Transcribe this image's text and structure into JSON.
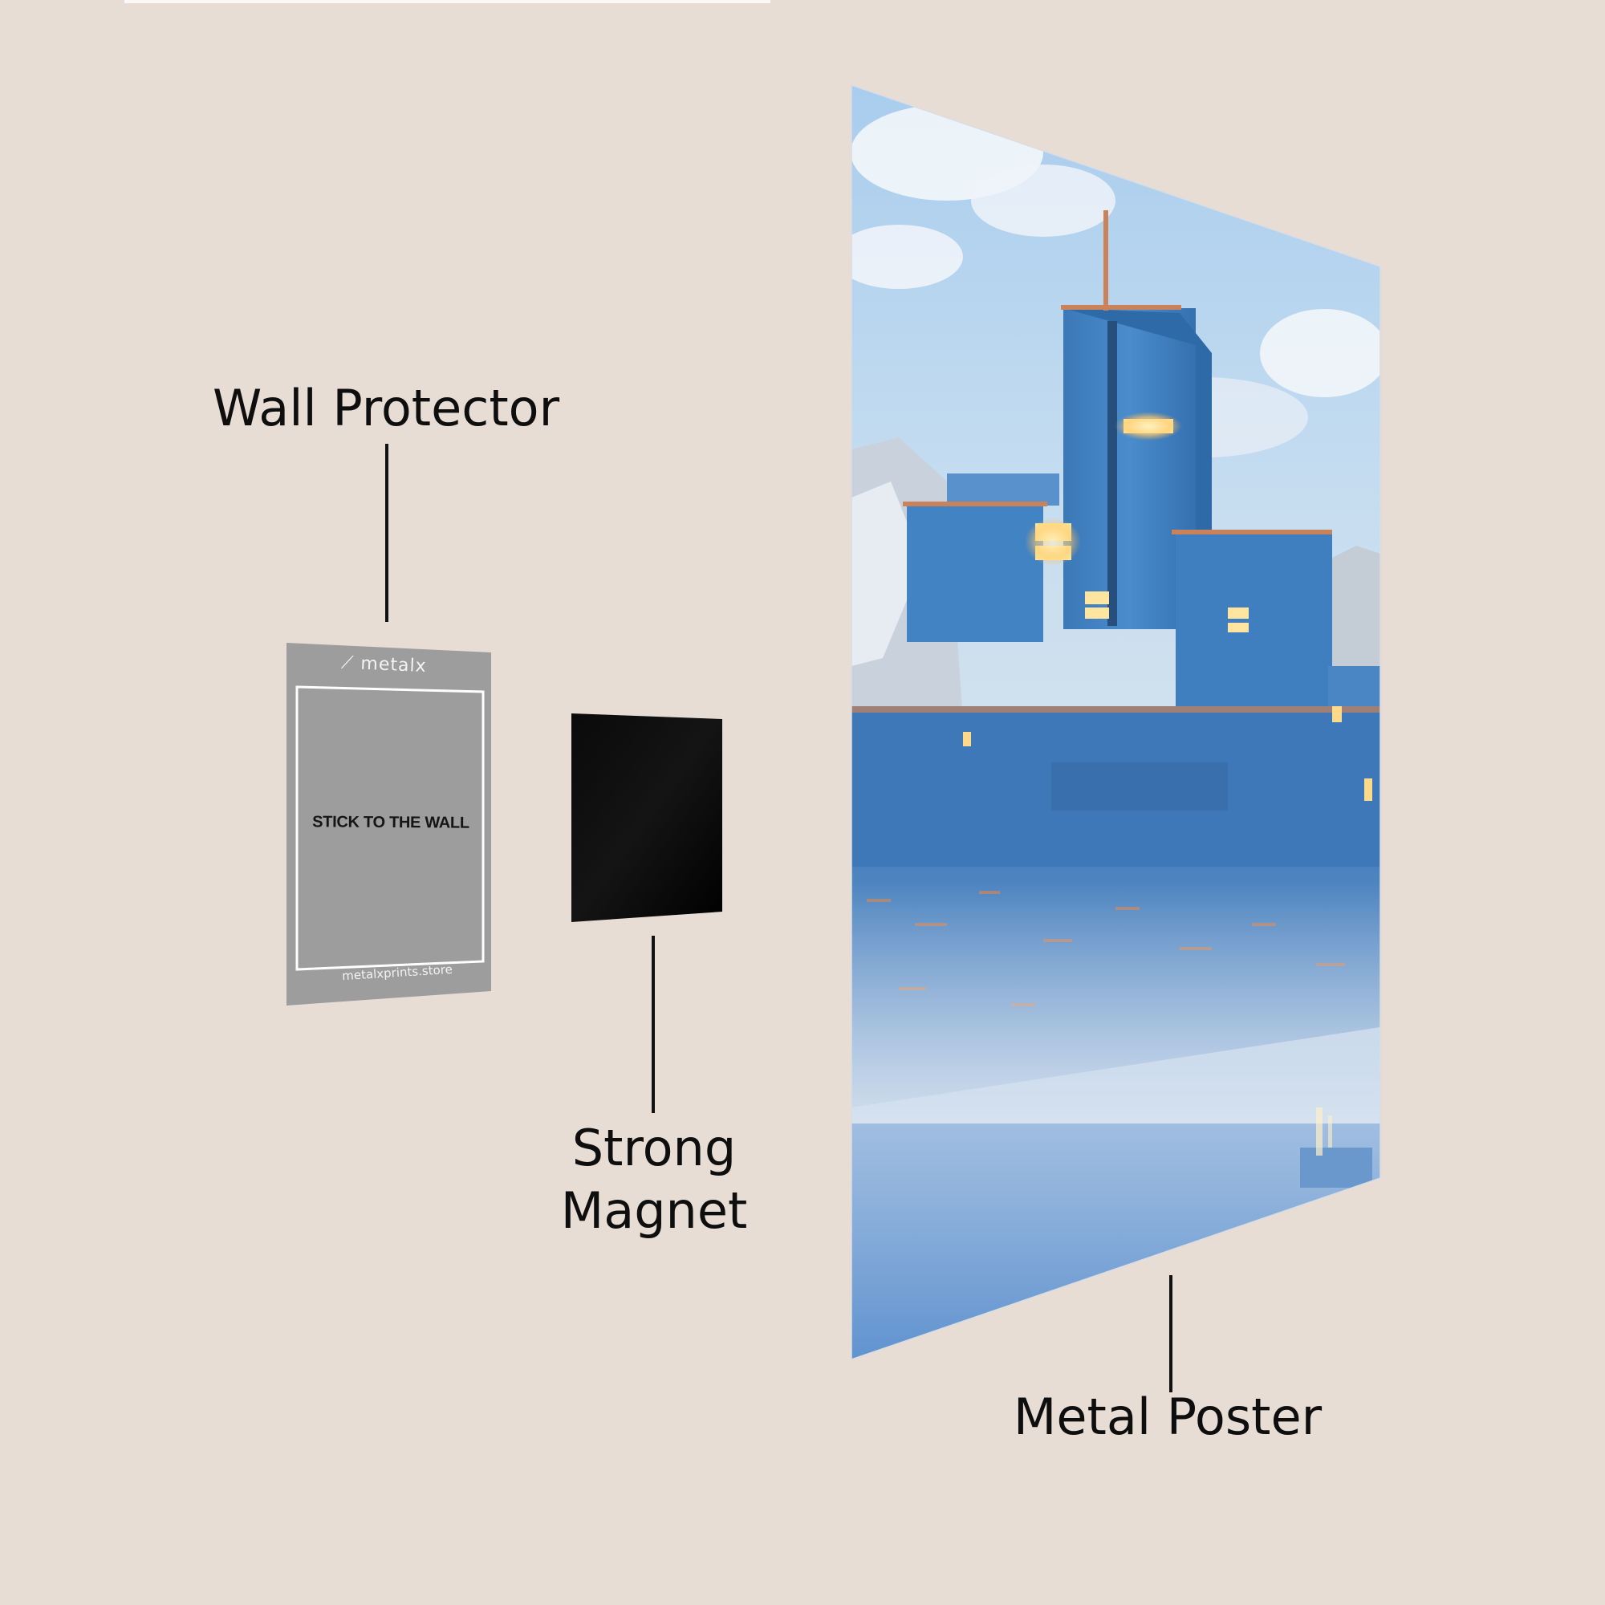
{
  "labels": {
    "wall_protector": "Wall Protector",
    "strong_magnet_line1": "Strong",
    "strong_magnet_line2": "Magnet",
    "metal_poster": "Metal Poster"
  },
  "wall_protector": {
    "brand": "metalx",
    "brand_icon": "metalx-logo-icon",
    "instruction": "STICK TO THE WALL",
    "website": "metalxprints.store",
    "color": "#9d9d9d",
    "border_color": "#ffffff"
  },
  "magnet": {
    "color": "#050505"
  },
  "poster": {
    "subject": "blue futuristic industrial city with glowing windows, snowy mountains and misty water",
    "sky_color": "#b9d6ee",
    "building_color": "#3f7fc0",
    "accent_rust": "#c9825a",
    "window_glow": "#ffd88a"
  },
  "colors": {
    "background": "#e8ddd5",
    "text": "#0e0e0e"
  }
}
